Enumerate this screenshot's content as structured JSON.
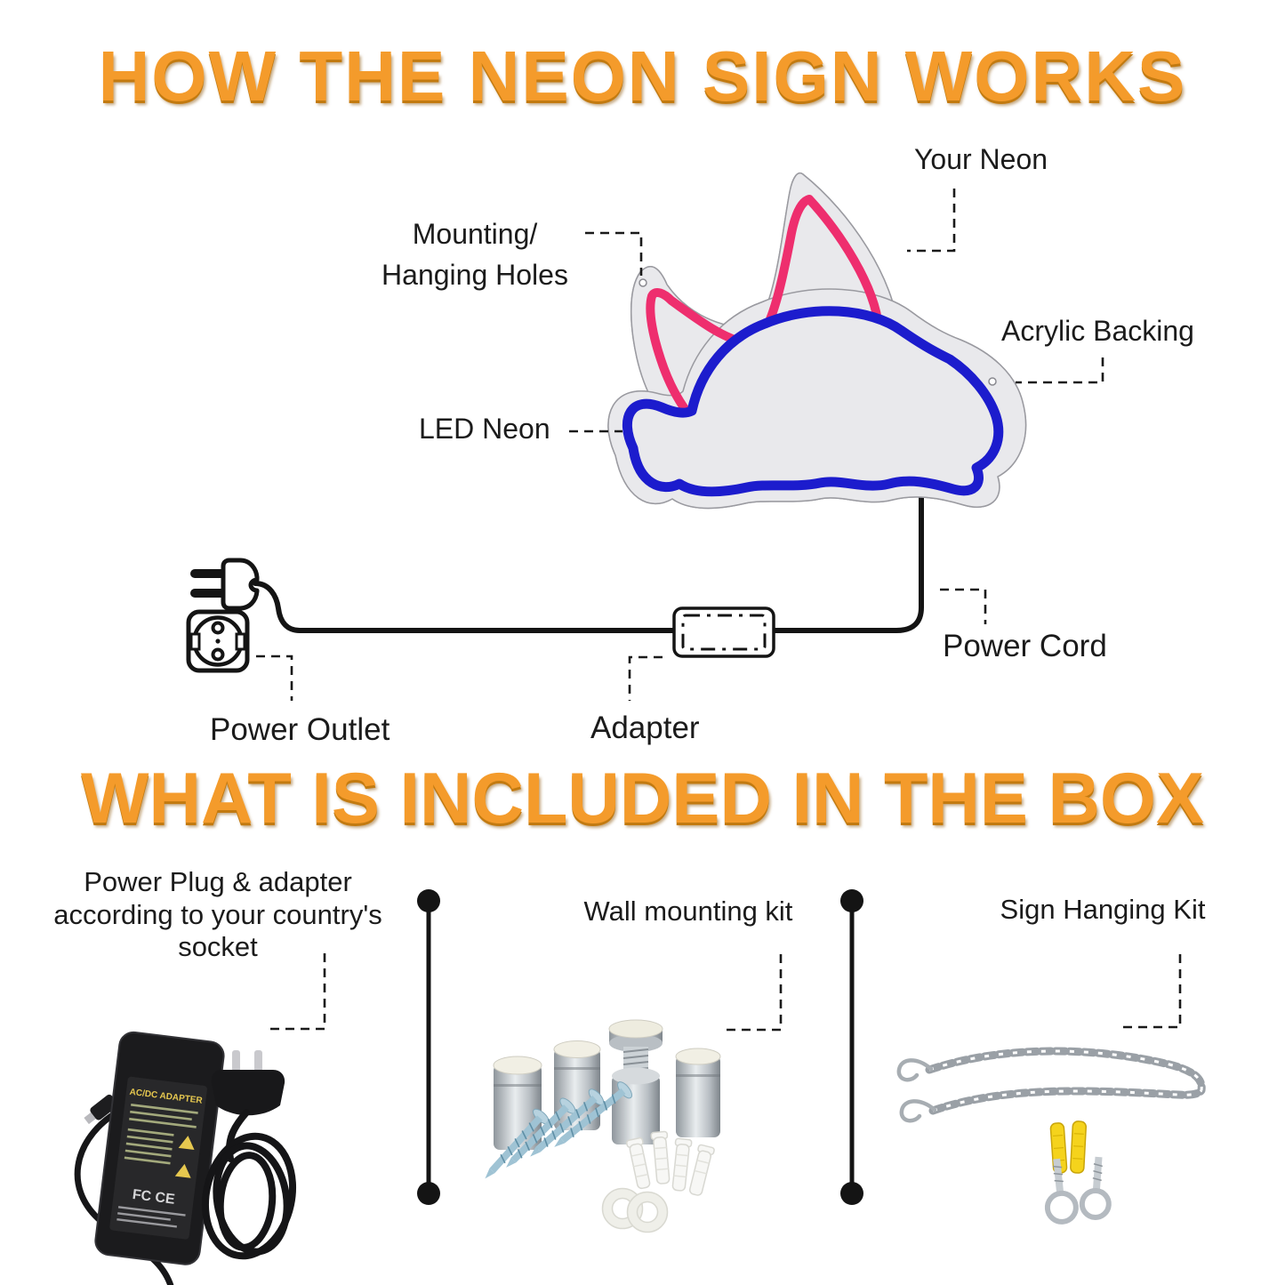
{
  "sections": {
    "how_it_works": {
      "title": "HOW THE NEON SIGN WORKS"
    },
    "in_the_box": {
      "title": "WHAT IS INCLUDED IN THE BOX"
    }
  },
  "diagram": {
    "labels": {
      "your_neon": "Your Neon",
      "mounting_holes": "Mounting/\nHanging Holes",
      "acrylic_backing": "Acrylic Backing",
      "led_neon": "LED Neon",
      "power_outlet": "Power Outlet",
      "adapter": "Adapter",
      "power_cord": "Power Cord"
    },
    "icons": [
      "moon-cloud-neon-sign",
      "eu-power-plug-icon",
      "eu-power-outlet-icon",
      "adapter-inline-box-icon",
      "power-cord-line"
    ],
    "colors": {
      "neon_pink": "#ee2e6e",
      "neon_blue": "#1c1ccd",
      "acrylic_backing": "#e9e9ec",
      "title_orange": "#f49b2b",
      "line_black": "#141414"
    }
  },
  "included_items": [
    {
      "label": "Power Plug & adapter\naccording to your country's\nsocket",
      "photo": "power-adapter-and-plug-photo",
      "brick_label": "AC/DC ADAPTER",
      "logos": "FC CE"
    },
    {
      "label": "Wall mounting kit",
      "photo": "standoffs-screws-anchors-washers-photo"
    },
    {
      "label": "Sign Hanging Kit",
      "photo": "chain-hooks-anchors-eyescrews-photo"
    }
  ]
}
